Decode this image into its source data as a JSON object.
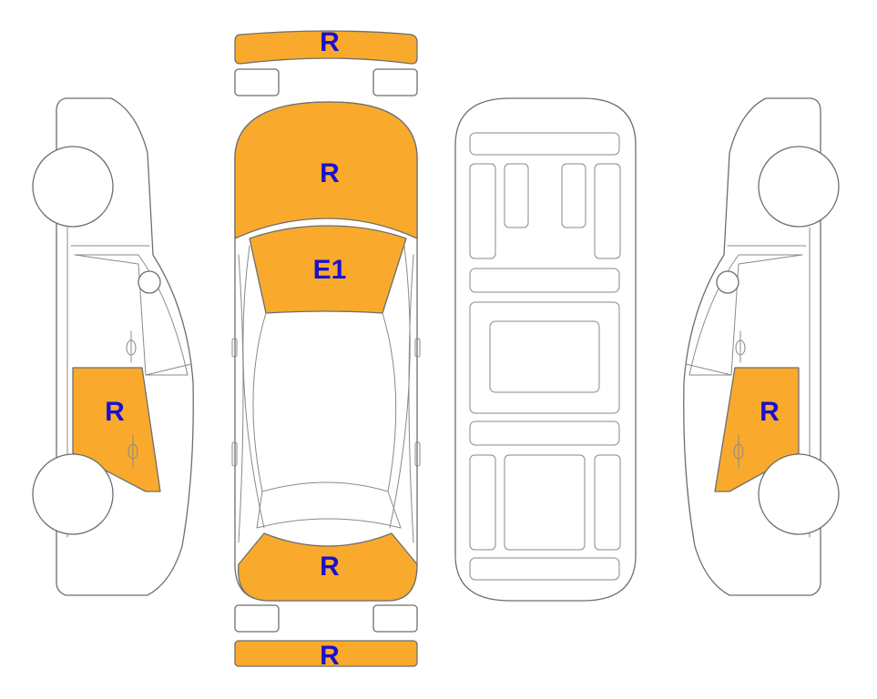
{
  "colors": {
    "damage_fill": "#f9aa2c",
    "outline": "#6e6e6e",
    "label": "#1a10d0"
  },
  "labels": {
    "front_bumper": "R",
    "hood": "R",
    "windshield": "E1",
    "trunk": "R",
    "rear_bumper": "R",
    "left_rear_door": "R",
    "right_rear_door": "R"
  }
}
